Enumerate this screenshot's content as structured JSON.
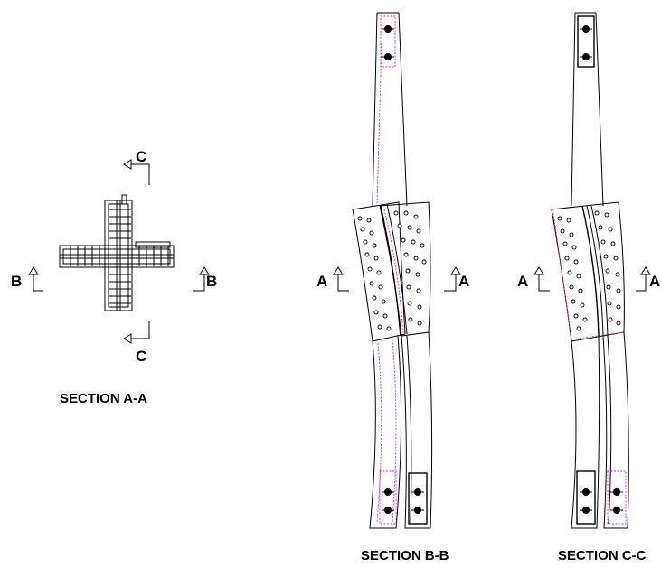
{
  "labels": {
    "section_a": "SECTION A-A",
    "section_b": "SECTION B-B",
    "section_c": "SECTION C-C",
    "a_left_1": "A",
    "a_right_1": "A",
    "a_left_2": "A",
    "a_right_2": "A",
    "b_left": "B",
    "b_right": "B",
    "c_top": "C",
    "c_bottom": "C"
  },
  "colors": {
    "line": "#000000",
    "hidden_line": "#e020e0",
    "background": "#ffffff"
  }
}
